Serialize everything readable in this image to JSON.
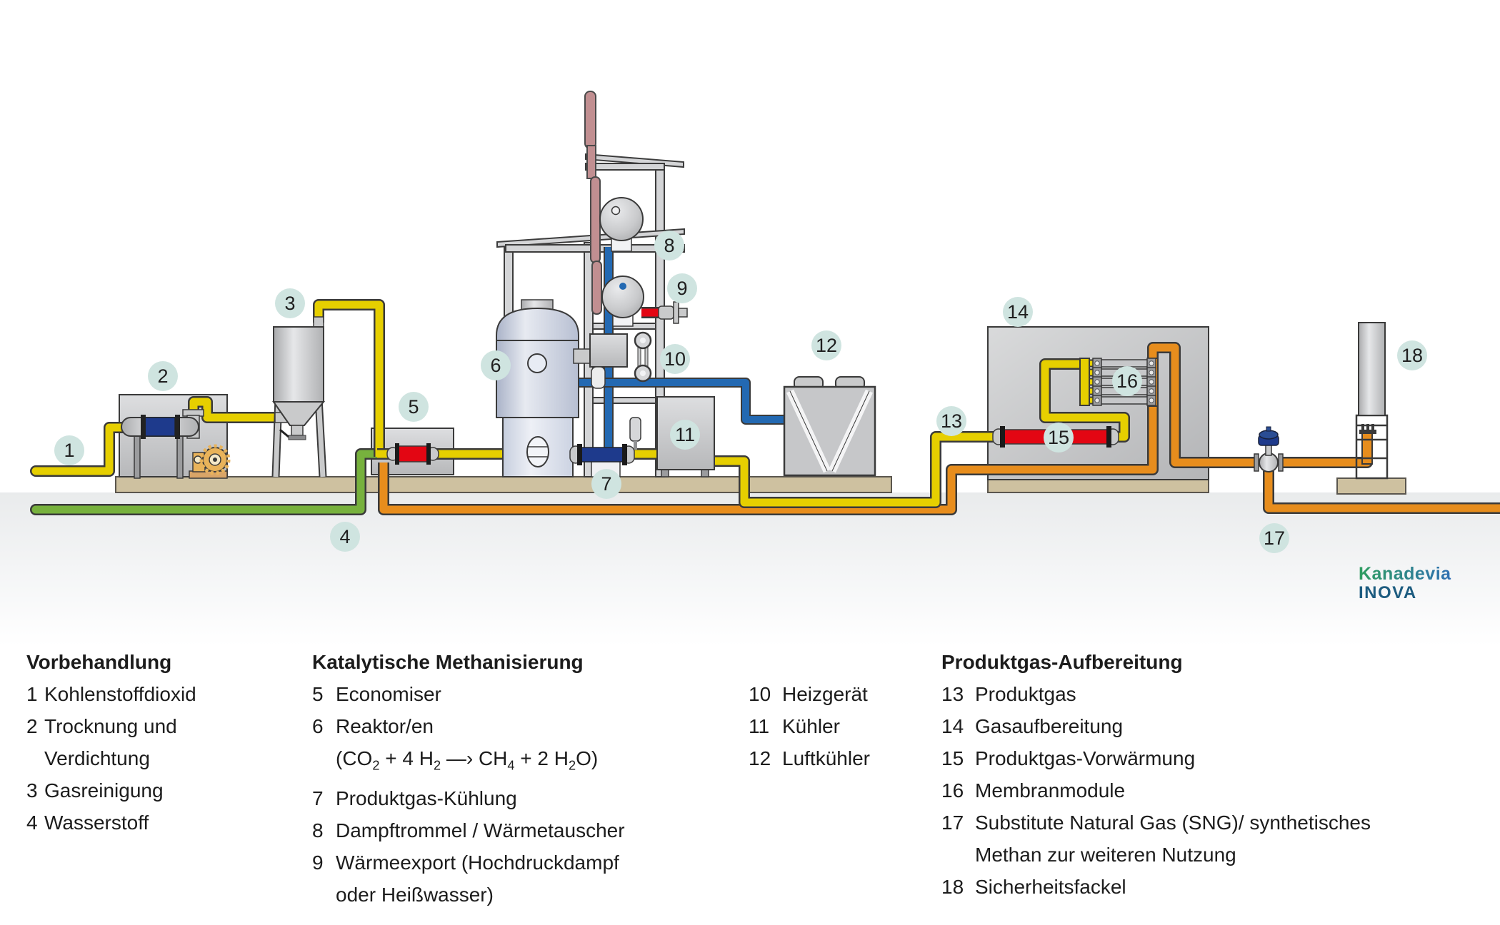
{
  "diagram": {
    "badges": [
      "1",
      "2",
      "3",
      "4",
      "5",
      "6",
      "7",
      "8",
      "9",
      "10",
      "11",
      "12",
      "13",
      "14",
      "15",
      "16",
      "17",
      "18"
    ]
  },
  "legend": {
    "columns": [
      {
        "title": "Vorbehandlung",
        "items": [
          {
            "num": "1",
            "text": "Kohlenstoffdioxid"
          },
          {
            "num": "2",
            "text": "Trocknung und Verdichtung"
          },
          {
            "num": "3",
            "text": "Gasreinigung"
          },
          {
            "num": "4",
            "text": "Wasserstoff"
          }
        ]
      },
      {
        "title": "Katalytische Methanisierung",
        "items": [
          {
            "num": "5",
            "text": "Economiser"
          },
          {
            "num": "6",
            "text": "Reaktor/en"
          },
          {
            "num": "7",
            "text": "Produktgas-Kühlung"
          },
          {
            "num": "8",
            "text": "Dampftrommel / Wärmetauscher"
          },
          {
            "num": "9",
            "text": "Wärmeexport (Hochdruckdampf oder Heißwasser)"
          }
        ]
      },
      {
        "title": "",
        "items": [
          {
            "num": "10",
            "text": "Heizgerät"
          },
          {
            "num": "11",
            "text": "Kühler"
          },
          {
            "num": "12",
            "text": "Luftkühler"
          }
        ]
      },
      {
        "title": "Produktgas-Aufbereitung",
        "items": [
          {
            "num": "13",
            "text": "Produktgas"
          },
          {
            "num": "14",
            "text": "Gasaufbereitung"
          },
          {
            "num": "15",
            "text": "Produktgas-Vorwärmung"
          },
          {
            "num": "16",
            "text": "Membranmodule"
          },
          {
            "num": "17",
            "text": "Substitute Natural Gas (SNG)/ synthetisches Methan zur weiteren Nutzung"
          },
          {
            "num": "18",
            "text": "Sicherheitsfackel"
          }
        ]
      }
    ],
    "formula": {
      "p1": "(CO",
      "s1": "2",
      "p2": " + 4 H",
      "s2": "2",
      "p3": " —› CH",
      "s3": "4",
      "p4": " + 2 H",
      "s4": "2",
      "p5": "O)"
    }
  },
  "logo": {
    "name": "Kanadevia",
    "sub": "INOVA"
  },
  "palette": {
    "pipe_yellow": "#e6cf00",
    "pipe_green": "#77b13d",
    "pipe_orange": "#e78d1d",
    "pipe_blue": "#2369b2",
    "pipe_red": "#e30613",
    "chimney_pink": "#c18f91",
    "element_navy": "#1e3a8c",
    "badge_bg": "#cfe4e0",
    "platform_tan": "#cec1a0",
    "ground_gray": "#edeff0",
    "equipment_outline": "#3a3a3a",
    "logo_green": "#2f9e5f",
    "logo_blue": "#2f6fb4",
    "logo_navy": "#1d5c80"
  }
}
